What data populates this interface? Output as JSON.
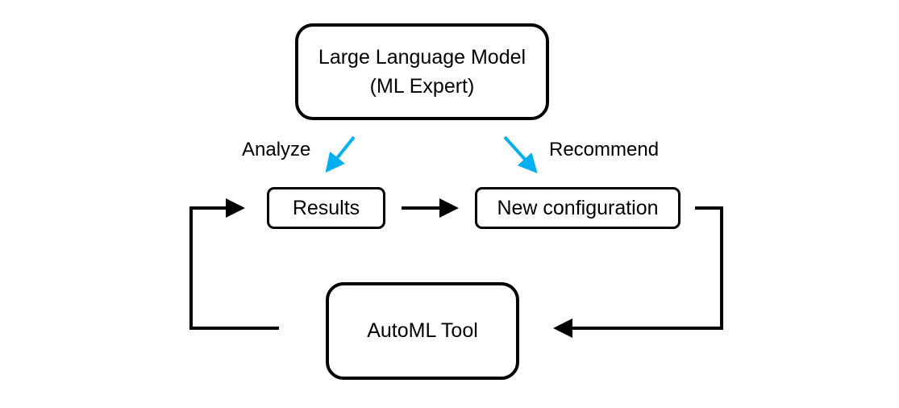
{
  "diagram": {
    "nodes": {
      "llm": {
        "line1": "Large Language Model",
        "line2": "(ML Expert)"
      },
      "results": {
        "label": "Results"
      },
      "new_configuration": {
        "label": "New configuration"
      },
      "automl_tool": {
        "label": "AutoML Tool"
      }
    },
    "edges": {
      "analyze": {
        "label": "Analyze",
        "from": "llm",
        "to": "results"
      },
      "recommend": {
        "label": "Recommend",
        "from": "llm",
        "to": "new_configuration"
      },
      "results_to_config": {
        "from": "results",
        "to": "new_configuration"
      },
      "config_to_automl": {
        "from": "new_configuration",
        "to": "automl_tool"
      },
      "automl_to_results": {
        "from": "automl_tool",
        "to": "results"
      }
    },
    "colors": {
      "llm_arrows": "#00B0F0",
      "flow_arrows": "#000000",
      "box_border": "#000000"
    }
  }
}
